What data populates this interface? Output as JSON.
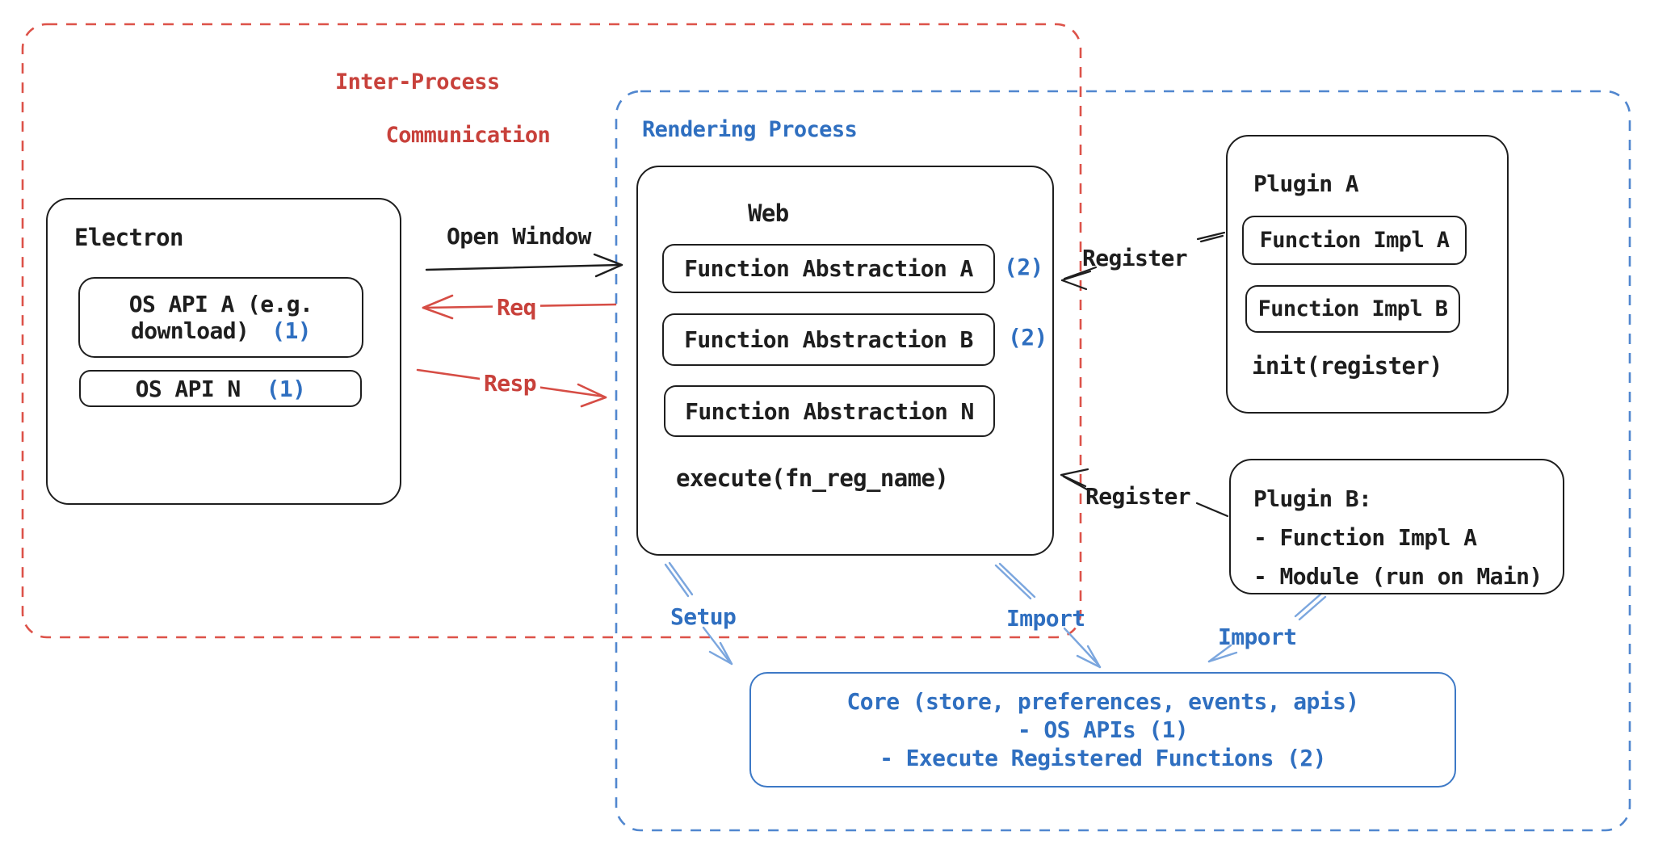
{
  "colors": {
    "ink": "#1e1e1e",
    "red_text": "#c8413b",
    "red_dash": "#dd5249",
    "red_arrow": "#d64d45",
    "blue_text": "#2f6fc0",
    "blue_dash": "#5187cf",
    "blue_arrow": "#7ba6de",
    "core_border": "#3d79c6"
  },
  "ipc": {
    "label_line1": "Inter-Process",
    "label_line2": "Communication"
  },
  "rendering": {
    "label": "Rendering Process"
  },
  "electron": {
    "title": "Electron",
    "api_a_line1": "OS API A (e.g.",
    "api_a_line2": "download)",
    "api_a_num": "(1)",
    "api_n": "OS API N",
    "api_n_num": "(1)"
  },
  "web": {
    "title": "Web",
    "fa_a": "Function Abstraction A",
    "fa_a_num": "(2)",
    "fa_b": "Function Abstraction B",
    "fa_b_num": "(2)",
    "fa_n": "Function Abstraction N",
    "execute": "execute(fn_reg_name)"
  },
  "plugin_a": {
    "title": "Plugin A",
    "impl_a": "Function Impl A",
    "impl_b": "Function Impl B",
    "init": "init(register)"
  },
  "plugin_b": {
    "title": "Plugin B:",
    "item1": "- Function Impl A",
    "item2": "- Module (run on Main)"
  },
  "core": {
    "line1": "Core (store, preferences, events, apis)",
    "line2": "- OS APIs (1)",
    "line3": "- Execute Registered Functions (2)"
  },
  "arrows": {
    "open_window": "Open Window",
    "req": "Req",
    "resp": "Resp",
    "register_top": "Register",
    "register_bottom": "Register",
    "setup": "Setup",
    "import_web": "Import",
    "import_plugin": "Import"
  }
}
